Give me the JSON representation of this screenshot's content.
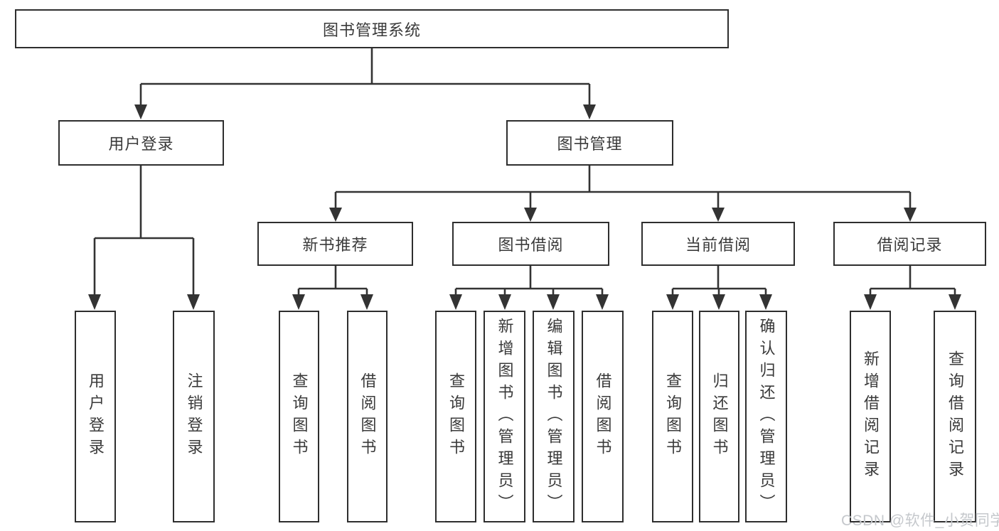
{
  "tree": {
    "root": {
      "label": "图书管理系统"
    },
    "branches": [
      {
        "label": "用户登录",
        "children": [
          {
            "label": "用户登录"
          },
          {
            "label": "注销登录"
          }
        ]
      },
      {
        "label": "图书管理",
        "children": [
          {
            "label": "新书推荐",
            "children": [
              {
                "label": "查询图书"
              },
              {
                "label": "借阅图书"
              }
            ]
          },
          {
            "label": "图书借阅",
            "children": [
              {
                "label": "查询图书"
              },
              {
                "label": "新增图书（管理员）"
              },
              {
                "label": "编辑图书（管理员）"
              },
              {
                "label": "借阅图书"
              }
            ]
          },
          {
            "label": "当前借阅",
            "children": [
              {
                "label": "查询图书"
              },
              {
                "label": "归还图书"
              },
              {
                "label": "确认归还（管理员）"
              }
            ]
          },
          {
            "label": "借阅记录",
            "children": [
              {
                "label": "新增借阅记录"
              },
              {
                "label": "查询借阅记录"
              }
            ]
          }
        ]
      }
    ]
  },
  "watermark": {
    "text": "CSDN @软件_小贺同学"
  },
  "colors": {
    "line": "#333333",
    "box_border": "#2e2e2e",
    "text": "#3a3a3a",
    "watermark": "#c5c8cc",
    "background": "#ffffff"
  }
}
